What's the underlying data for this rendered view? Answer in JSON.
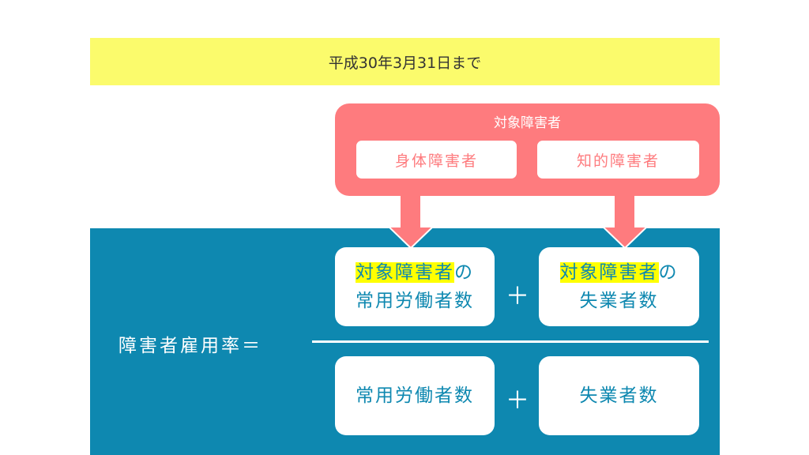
{
  "period": "平成30年3月31日まで",
  "target": {
    "title": "対象障害者",
    "items": [
      "身体障害者",
      "知的障害者"
    ]
  },
  "formula": {
    "label": "障害者雇用率＝",
    "numerator": [
      {
        "highlight": "対象障害者",
        "suffix": "の",
        "line2": "常用労働者数"
      },
      {
        "highlight": "対象障害者",
        "suffix": "の",
        "line2": "失業者数"
      }
    ],
    "denominator": [
      "常用労働者数",
      "失業者数"
    ],
    "operator": "＋"
  },
  "colors": {
    "teal": "#0e88b0",
    "pink": "#fe7b7e",
    "yellow": "#fbfb6c",
    "highlight": "#ffff00"
  }
}
